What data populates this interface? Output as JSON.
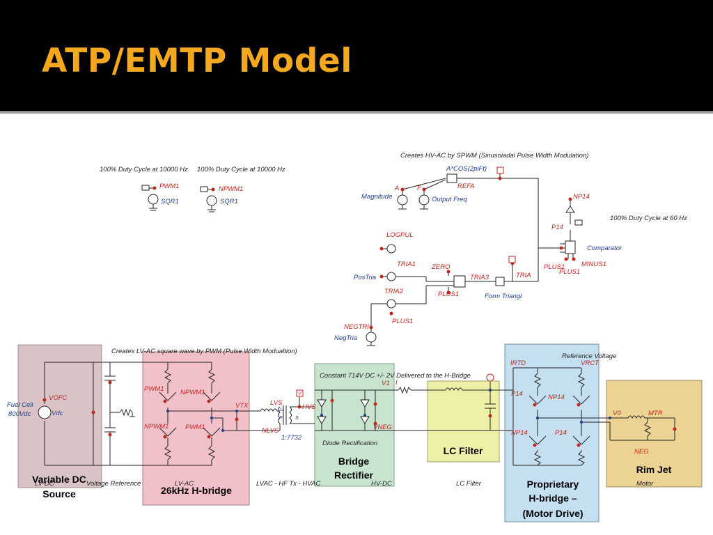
{
  "slide": {
    "title": "ATP/EMTP Model"
  },
  "annotations": {
    "duty_cycle_1": "100% Duty Cycle at 10000 Hz",
    "duty_cycle_2": "100% Duty Cycle at 10000 Hz",
    "spwm_note": "Creates HV-AC by SPWM (Sinusoiadal Pulse Width Modulation)",
    "duty_cycle_60hz": "100% Duty Cycle at 60 Hz",
    "pwm_note": "Creates LV-AC square wave by PWM (Pulse Width Modualtion)",
    "dc_note": "Constant 714V DC  +/- 2V  Delivered to the H-Bridge",
    "ref_voltage": "Reference Voltage"
  },
  "nodes": {
    "pwm1": "PWM1",
    "sqr1": "SQR1",
    "npwm1": "NPWM1",
    "sqr1b": "SQR1",
    "a": "A",
    "f": "F",
    "acos": "A*COS(2piFt)",
    "refa": "REFA",
    "magnitude": "Magnitude",
    "output_freq": "Output Freq",
    "np14": "NP14",
    "p14": "P14",
    "comparator": "Comparator",
    "plus1": "PLUS1",
    "plus1b": "PLUS1",
    "minus1": "MINUS1",
    "logpul": "LOGPUL",
    "tria1": "TRIA1",
    "zero": "ZERO",
    "postria": "PosTria",
    "tria3": "TRIA3",
    "tria": "TRIA",
    "form_triangl": "Form Triangl",
    "plus1c": "PLUS1",
    "tria2": "TRIA2",
    "plus1d": "PLUS1",
    "negtri": "NEGTRI",
    "negtria": "NegTria",
    "fuel_cell": "Fuel Cell",
    "fuel_cell_v": "800Vdc",
    "vofc": "VOFC",
    "vdc": "Vdc",
    "pwm1_h": "PWM1",
    "npwm1_h": "NPWM1",
    "npwm1_l": "NPWM1",
    "pwm1_l": "PWM1",
    "vtx": "VTX",
    "lvs": "LVS",
    "nlvs": "NLVS",
    "hvs": "HVS",
    "ratio": "1:7732",
    "u": "U",
    "p": "P",
    "s": "S",
    "v_probe": "V",
    "v1": "V1",
    "vneg": "VNEG",
    "i_arrow": "I",
    "irtd": "IRTD",
    "vrct": "VRCT",
    "p14_hl": "P14",
    "np14_hr": "NP14",
    "np14_ll": "NP14",
    "p14_lr": "P14",
    "v0": "V0",
    "mtr": "MTR",
    "neg": "NEG"
  },
  "footer_labels": {
    "lv_dc": "LV-DC",
    "voltage_reference": "Voltage Reference",
    "lv_ac": "LV-AC",
    "lvac_hf": "LVAC - HF Tx - HVAC",
    "hv_dc": "HV-DC",
    "lc_filter": "LC Filter",
    "motor": "Motor",
    "diode_rect": "Diode Rectification"
  },
  "boxes": {
    "variable_dc": "Variable DC\nSource",
    "variable_dc_1": "Variable DC",
    "variable_dc_2": "Source",
    "hbridge_26k": "26kHz H-bridge",
    "bridge_rect_1": "Bridge",
    "bridge_rect_2": "Rectifier",
    "lc_filter_box": "LC Filter",
    "prop_1": "Proprietary",
    "prop_2": "H-bridge –",
    "prop_3": "(Motor Drive)",
    "rim_jet": "Rim Jet"
  },
  "colors": {
    "header_bg": "#000000",
    "title": "#f3a820",
    "box_dc": "#d9c3c6",
    "box_hbridge": "#f2c0c8",
    "box_rect": "#c8e4cf",
    "box_lc": "#eef0a8",
    "box_prop": "#c3dff0",
    "box_rim": "#ecd293",
    "wire": "#222222",
    "component": "#c0261e"
  }
}
